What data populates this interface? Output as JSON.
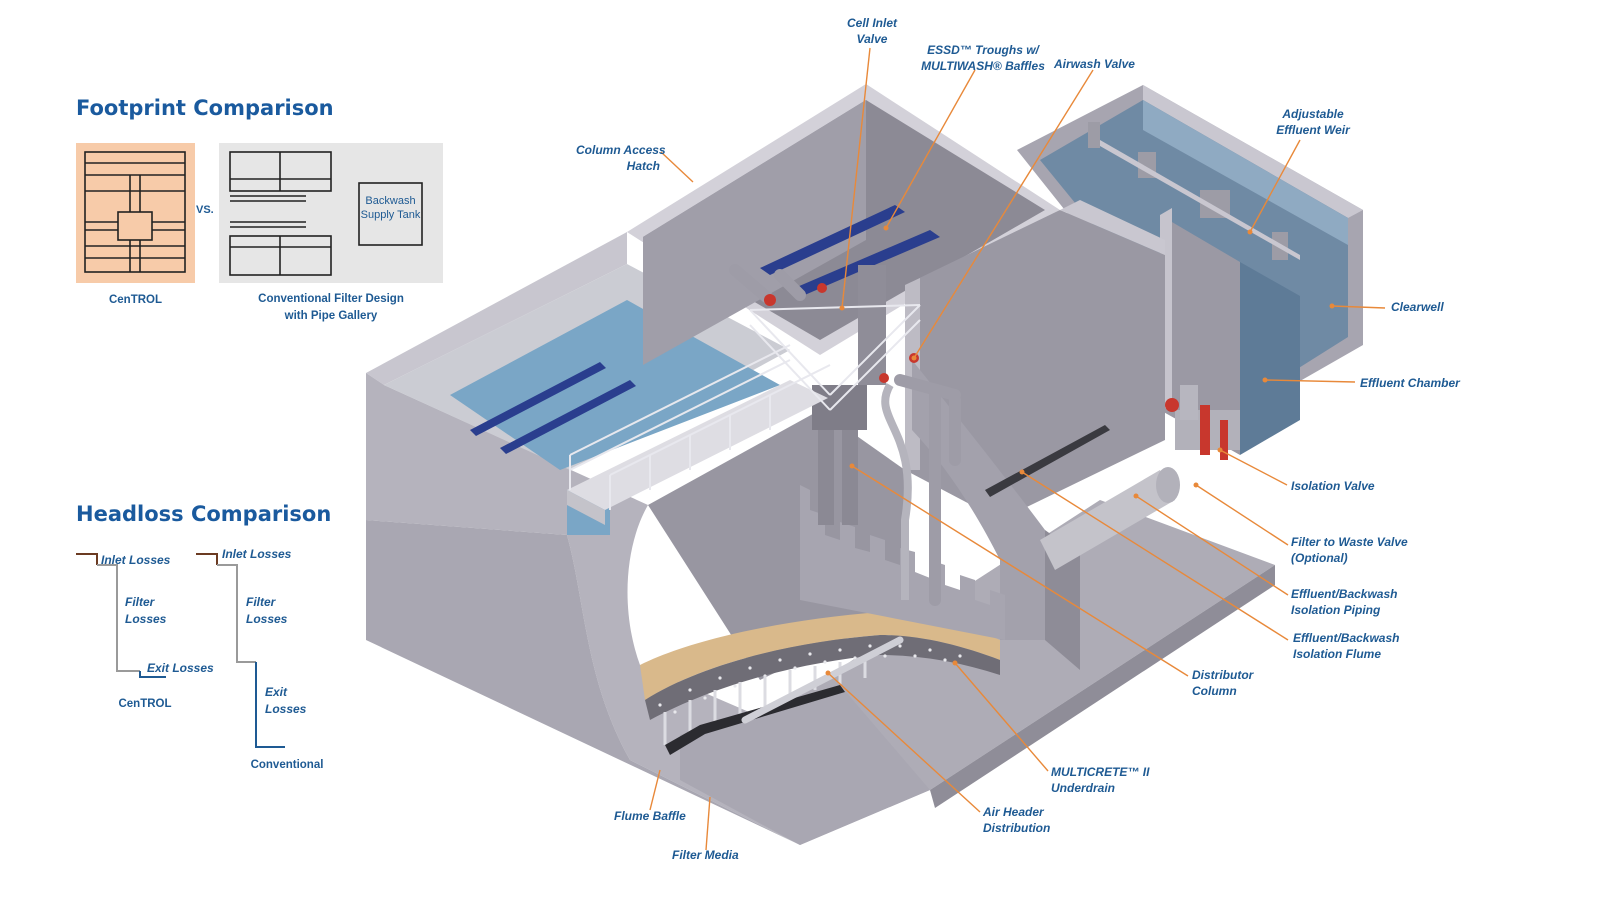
{
  "footprint": {
    "title": "Footprint Comparison",
    "vs": "VS.",
    "backwash_tank": [
      "Backwash",
      "Supply Tank"
    ],
    "centrol_caption": "CenTROL",
    "conventional_caption": [
      "Conventional Filter Design",
      "with Pipe Gallery"
    ]
  },
  "headloss": {
    "title": "Headloss Comparison",
    "centrol": {
      "inlet": "Inlet Losses",
      "filter": [
        "Filter",
        "Losses"
      ],
      "exit": "Exit Losses",
      "caption": "CenTROL"
    },
    "conventional": {
      "inlet": "Inlet Losses",
      "filter": [
        "Filter",
        "Losses"
      ],
      "exit": [
        "Exit",
        "Losses"
      ],
      "caption": "Conventional"
    }
  },
  "callouts": {
    "cell_inlet_valve": [
      "Cell Inlet",
      "Valve"
    ],
    "essd_troughs": [
      "ESSD™ Troughs w/",
      "MULTIWASH® Baffles"
    ],
    "airwash_valve": "Airwash Valve",
    "column_access_hatch": [
      "Column Access",
      "Hatch"
    ],
    "adjustable_effluent_weir": [
      "Adjustable",
      "Effluent Weir"
    ],
    "clearwell": "Clearwell",
    "effluent_chamber": "Effluent Chamber",
    "isolation_valve": "Isolation Valve",
    "filter_to_waste_valve": [
      "Filter to Waste Valve",
      "(Optional)"
    ],
    "effluent_backwash_piping": [
      "Effluent/Backwash",
      "Isolation Piping"
    ],
    "effluent_backwash_flume": [
      "Effluent/Backwash",
      "Isolation Flume"
    ],
    "distributor_column": [
      "Distributor",
      "Column"
    ],
    "multicrete_underdrain": [
      "MULTICRETE™ II",
      "Underdrain"
    ],
    "air_header_distribution": [
      "Air Header",
      "Distribution"
    ],
    "flume_baffle": "Flume Baffle",
    "filter_media": "Filter Media"
  },
  "colors": {
    "heading_blue": "#1a5a9e",
    "label_blue": "#1e5a93",
    "leader_orange": "#e8893a",
    "centrol_fill": "#f7cba9",
    "concrete_grey": "#b4b2bc",
    "water_blue": "#7aa6c6",
    "valve_red": "#c8372d"
  }
}
